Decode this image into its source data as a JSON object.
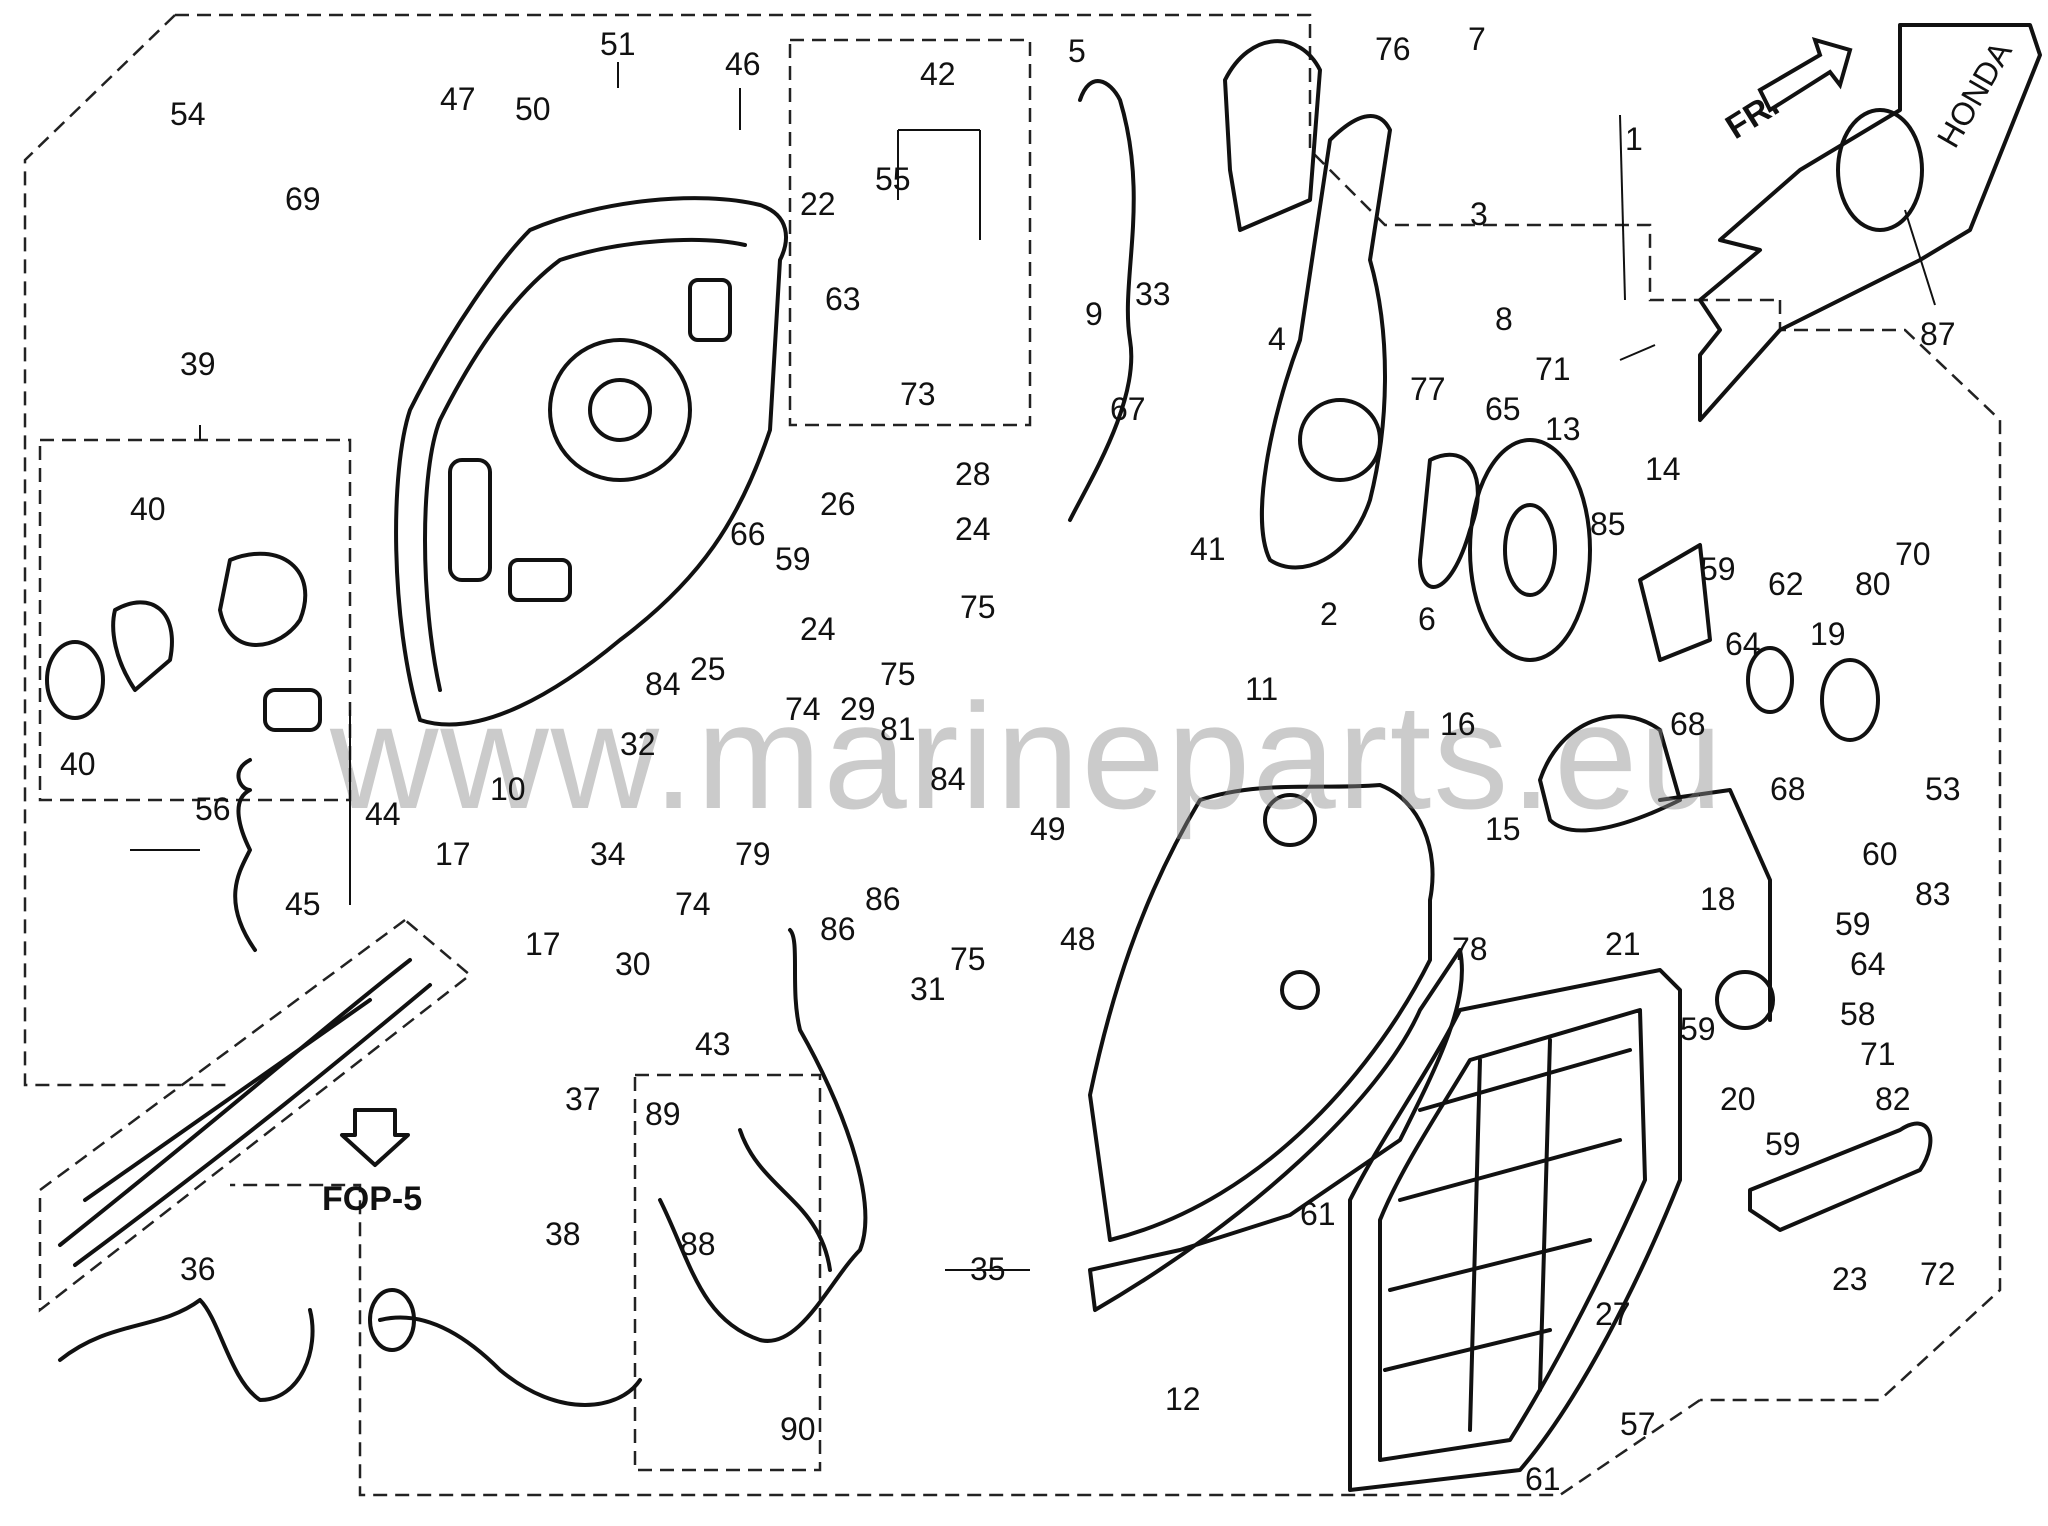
{
  "diagram": {
    "watermark": "www.marineparts.eu",
    "direction_label": "FR.",
    "reference_label": "FOP-5",
    "brand_mark": "HONDA",
    "callouts": [
      {
        "id": "c51",
        "text": "51"
      },
      {
        "id": "c46",
        "text": "46"
      },
      {
        "id": "c42",
        "text": "42"
      },
      {
        "id": "c5",
        "text": "5"
      },
      {
        "id": "c76",
        "text": "76"
      },
      {
        "id": "c7",
        "text": "7"
      },
      {
        "id": "c1",
        "text": "1"
      },
      {
        "id": "c87",
        "text": "87"
      },
      {
        "id": "c54",
        "text": "54"
      },
      {
        "id": "c47",
        "text": "47"
      },
      {
        "id": "c50",
        "text": "50"
      },
      {
        "id": "c69",
        "text": "69"
      },
      {
        "id": "c55",
        "text": "55"
      },
      {
        "id": "c22",
        "text": "22"
      },
      {
        "id": "c63",
        "text": "63"
      },
      {
        "id": "c73",
        "text": "73"
      },
      {
        "id": "c3",
        "text": "3"
      },
      {
        "id": "c33",
        "text": "33"
      },
      {
        "id": "c4",
        "text": "4"
      },
      {
        "id": "c9",
        "text": "9"
      },
      {
        "id": "c8",
        "text": "8"
      },
      {
        "id": "c71a",
        "text": "71"
      },
      {
        "id": "c67",
        "text": "67"
      },
      {
        "id": "c77",
        "text": "77"
      },
      {
        "id": "c65",
        "text": "65"
      },
      {
        "id": "c13",
        "text": "13"
      },
      {
        "id": "c39",
        "text": "39"
      },
      {
        "id": "c40a",
        "text": "40"
      },
      {
        "id": "c28",
        "text": "28"
      },
      {
        "id": "c26",
        "text": "26"
      },
      {
        "id": "c66",
        "text": "66"
      },
      {
        "id": "c59a",
        "text": "59"
      },
      {
        "id": "c24a",
        "text": "24"
      },
      {
        "id": "c75a",
        "text": "75"
      },
      {
        "id": "c41",
        "text": "41"
      },
      {
        "id": "c2",
        "text": "2"
      },
      {
        "id": "c6",
        "text": "6"
      },
      {
        "id": "c85",
        "text": "85"
      },
      {
        "id": "c14",
        "text": "14"
      },
      {
        "id": "c59b",
        "text": "59"
      },
      {
        "id": "c62",
        "text": "62"
      },
      {
        "id": "c19",
        "text": "19"
      },
      {
        "id": "c80",
        "text": "80"
      },
      {
        "id": "c70",
        "text": "70"
      },
      {
        "id": "c84a",
        "text": "84"
      },
      {
        "id": "c25",
        "text": "25"
      },
      {
        "id": "c24b",
        "text": "24"
      },
      {
        "id": "c75b",
        "text": "75"
      },
      {
        "id": "c64a",
        "text": "64"
      },
      {
        "id": "c11",
        "text": "11"
      },
      {
        "id": "c16",
        "text": "16"
      },
      {
        "id": "c68a",
        "text": "68"
      },
      {
        "id": "c40b",
        "text": "40"
      },
      {
        "id": "c56",
        "text": "56"
      },
      {
        "id": "c44",
        "text": "44"
      },
      {
        "id": "c10",
        "text": "10"
      },
      {
        "id": "c32",
        "text": "32"
      },
      {
        "id": "c74a",
        "text": "74"
      },
      {
        "id": "c29",
        "text": "29"
      },
      {
        "id": "c81",
        "text": "81"
      },
      {
        "id": "c84b",
        "text": "84"
      },
      {
        "id": "c53",
        "text": "53"
      },
      {
        "id": "c49",
        "text": "49"
      },
      {
        "id": "c15",
        "text": "15"
      },
      {
        "id": "c68b",
        "text": "68"
      },
      {
        "id": "c34",
        "text": "34"
      },
      {
        "id": "c74b",
        "text": "74"
      },
      {
        "id": "c79",
        "text": "79"
      },
      {
        "id": "c86a",
        "text": "86"
      },
      {
        "id": "c86b",
        "text": "86"
      },
      {
        "id": "c48",
        "text": "48"
      },
      {
        "id": "c78",
        "text": "78"
      },
      {
        "id": "c18",
        "text": "18"
      },
      {
        "id": "c60",
        "text": "60"
      },
      {
        "id": "c83",
        "text": "83"
      },
      {
        "id": "c17a",
        "text": "17"
      },
      {
        "id": "c17b",
        "text": "17"
      },
      {
        "id": "c45",
        "text": "45"
      },
      {
        "id": "c30",
        "text": "30"
      },
      {
        "id": "c31",
        "text": "31"
      },
      {
        "id": "c75c",
        "text": "75"
      },
      {
        "id": "c21",
        "text": "21"
      },
      {
        "id": "c59c",
        "text": "59"
      },
      {
        "id": "c64b",
        "text": "64"
      },
      {
        "id": "c43",
        "text": "43"
      },
      {
        "id": "c59d",
        "text": "59"
      },
      {
        "id": "c58",
        "text": "58"
      },
      {
        "id": "c71b",
        "text": "71"
      },
      {
        "id": "c37",
        "text": "37"
      },
      {
        "id": "c89",
        "text": "89"
      },
      {
        "id": "c20",
        "text": "20"
      },
      {
        "id": "c82",
        "text": "82"
      },
      {
        "id": "c59e",
        "text": "59"
      },
      {
        "id": "c88",
        "text": "88"
      },
      {
        "id": "c38",
        "text": "38"
      },
      {
        "id": "c35",
        "text": "35"
      },
      {
        "id": "c61a",
        "text": "61"
      },
      {
        "id": "c27",
        "text": "27"
      },
      {
        "id": "c23",
        "text": "23"
      },
      {
        "id": "c72",
        "text": "72"
      },
      {
        "id": "c36",
        "text": "36"
      },
      {
        "id": "c12",
        "text": "12"
      },
      {
        "id": "c90",
        "text": "90"
      },
      {
        "id": "c57",
        "text": "57"
      },
      {
        "id": "c61b",
        "text": "61"
      }
    ]
  }
}
